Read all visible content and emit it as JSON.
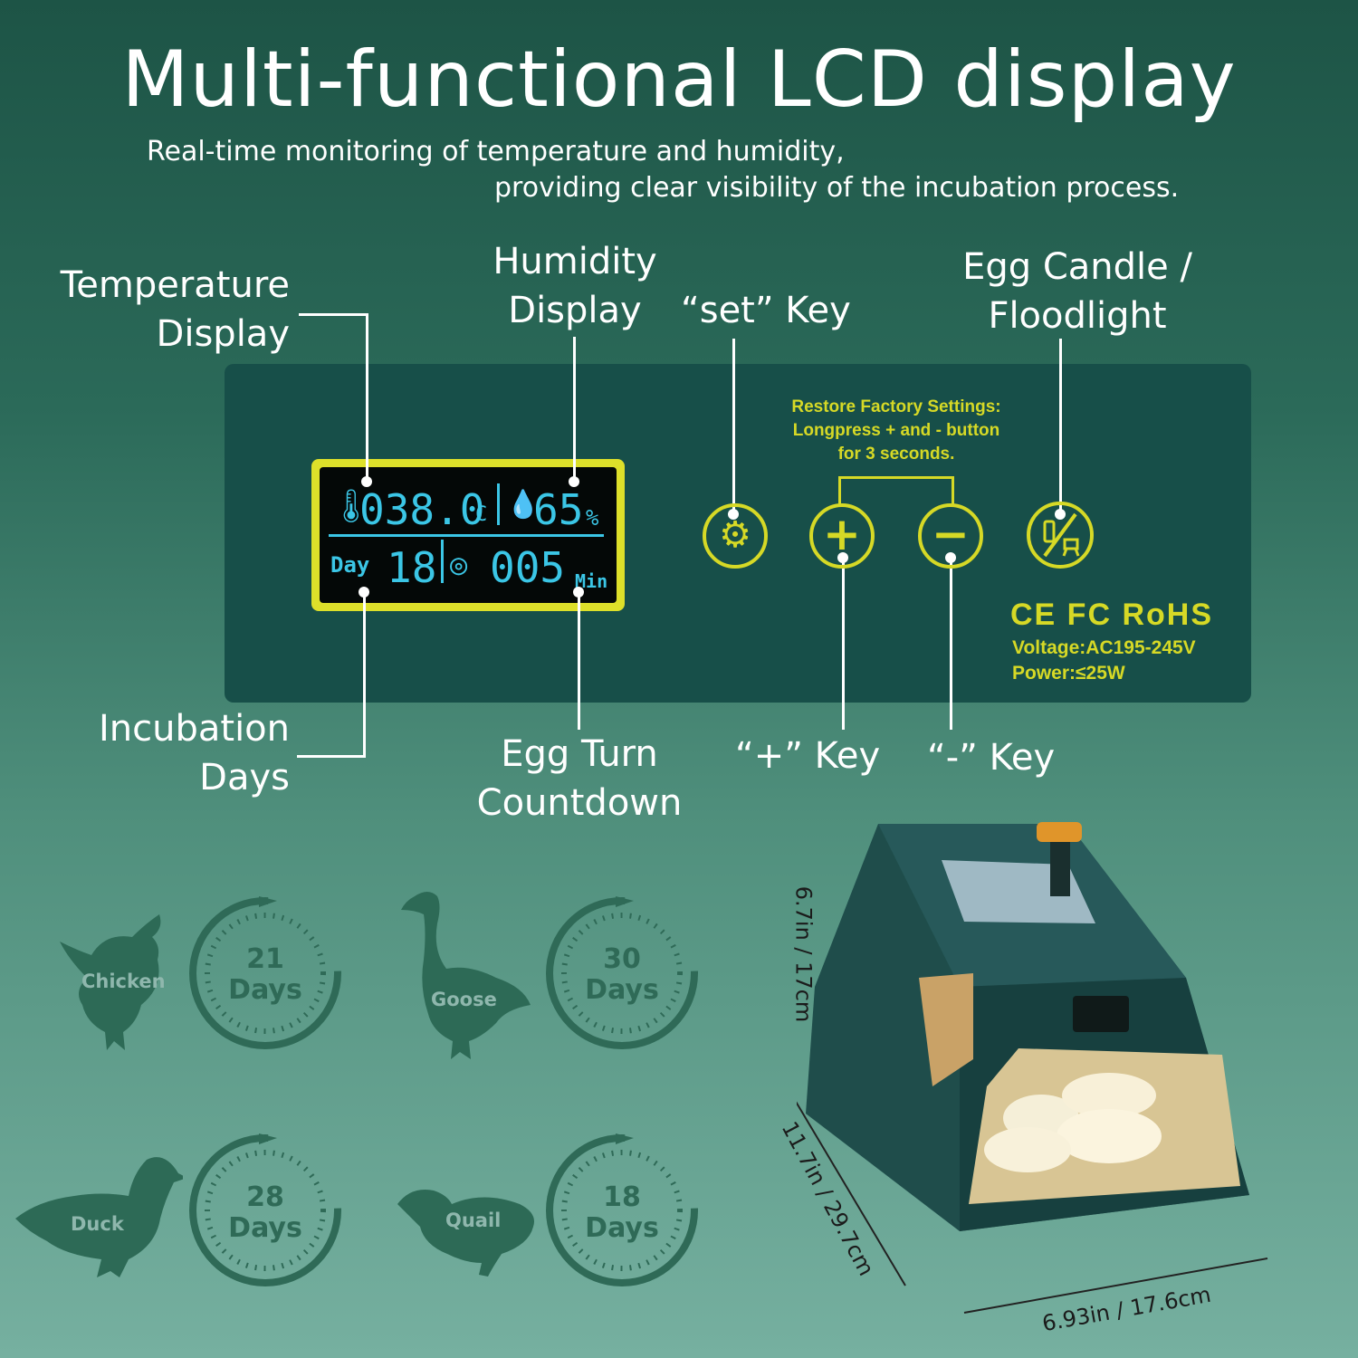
{
  "header": {
    "title": "Multi-functional LCD display",
    "subtitle_line1": "Real-time monitoring of temperature and humidity,",
    "subtitle_line2": "providing clear visibility of the incubation process."
  },
  "callouts": {
    "temperature_l1": "Temperature",
    "temperature_l2": "Display",
    "humidity_l1": "Humidity",
    "humidity_l2": "Display",
    "set_key": "“set” Key",
    "candle_l1": "Egg Candle /",
    "candle_l2": "Floodlight",
    "incubation_l1": "Incubation",
    "incubation_l2": "Days",
    "eggturn_l1": "Egg Turn",
    "eggturn_l2": "Countdown",
    "plus_key": "“+” Key",
    "minus_key": "“-” Key"
  },
  "lcd": {
    "temperature": "038.0",
    "temp_unit": "C",
    "humidity": "65",
    "humidity_unit": "%",
    "day_label": "Day",
    "day_value": "18",
    "countdown": "005",
    "countdown_unit": "Min"
  },
  "panel": {
    "restore_l1": "Restore Factory Settings:",
    "restore_l2": "Longpress + and - button",
    "restore_l3": "for 3 seconds.",
    "certs": "CE FC RoHS",
    "voltage": "Voltage:AC195-245V",
    "power": "Power:≤25W"
  },
  "species": [
    {
      "name": "Chicken",
      "days": "21",
      "unit": "Days",
      "icon": "chicken-icon"
    },
    {
      "name": "Goose",
      "days": "30",
      "unit": "Days",
      "icon": "goose-icon"
    },
    {
      "name": "Duck",
      "days": "28",
      "unit": "Days",
      "icon": "duck-icon"
    },
    {
      "name": "Quail",
      "days": "18",
      "unit": "Days",
      "icon": "quail-icon"
    }
  ],
  "dimensions": {
    "height": "6.7in / 17cm",
    "depth": "11.7in / 29.7cm",
    "width": "6.93in / 17.6cm"
  },
  "colors": {
    "panel": "#174f49",
    "lcd_frame": "#dde02a",
    "lcd_text": "#3bc6e6",
    "accent_yellow": "#d6d926"
  }
}
